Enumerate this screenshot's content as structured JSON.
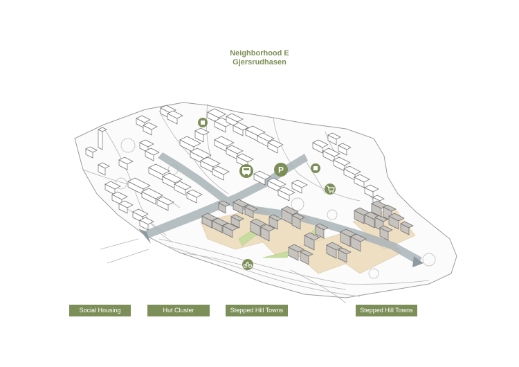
{
  "title": {
    "line1": "Neighborhood E",
    "line2": "Gjersrudhasen"
  },
  "labels": [
    "Social Housing",
    "Hut Cluster",
    "Stepped Hill Towns",
    "Stepped Hill Towns"
  ],
  "icons": [
    "bus-icon",
    "parking-icon",
    "shopping-cart-icon",
    "bicycle-icon",
    "school-icon",
    "school-icon"
  ],
  "colors": {
    "accent": "#7d8f58",
    "street": "#a9b4b8",
    "development_zone": "#eedfc3",
    "green_space": "#c8dca0",
    "building_line": "#6b6b6b",
    "new_building": "#c7c3bf"
  }
}
